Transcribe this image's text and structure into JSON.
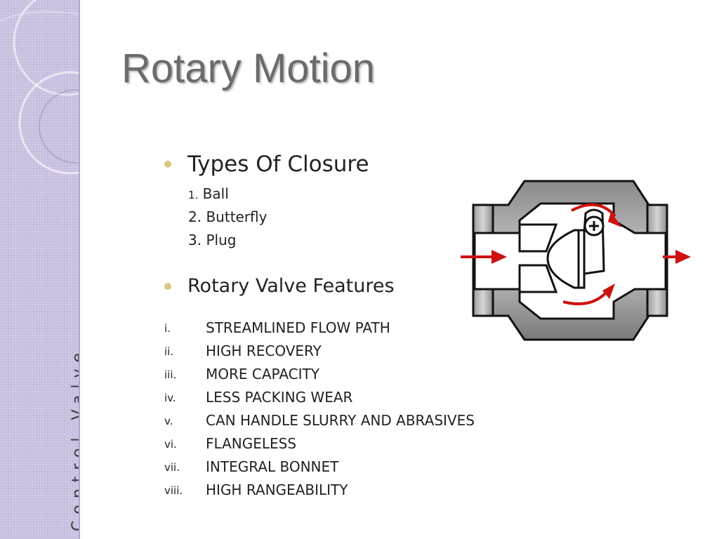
{
  "slide": {
    "title": "Rotary Motion",
    "side_label": "Control Valve",
    "sections": [
      {
        "heading": "Types Of Closure",
        "items": [
          {
            "num": "1.",
            "text": "Ball"
          },
          {
            "num": "2.",
            "text": "Butterfly"
          },
          {
            "num": "3.",
            "text": "Plug"
          }
        ]
      },
      {
        "heading": "Rotary Valve Features",
        "items": [
          {
            "num": "i.",
            "text": "STREAMLINED FLOW PATH"
          },
          {
            "num": "ii.",
            "text": "HIGH RECOVERY"
          },
          {
            "num": "iii.",
            "text": "MORE CAPACITY"
          },
          {
            "num": "iv.",
            "text": "LESS PACKING WEAR"
          },
          {
            "num": "v.",
            "text": "CAN HANDLE SLURRY AND ABRASIVES"
          },
          {
            "num": "vi.",
            "text": "FLANGELESS"
          },
          {
            "num": "vii.",
            "text": "INTEGRAL BONNET"
          },
          {
            "num": "viii.",
            "text": "HIGH RANGEABILITY"
          }
        ]
      }
    ]
  },
  "theme": {
    "strip_color": "#c9bedf",
    "title_color": "#6b6b6b",
    "bullet_color": "#d8c77e",
    "arrow_color": "#cc1111"
  }
}
